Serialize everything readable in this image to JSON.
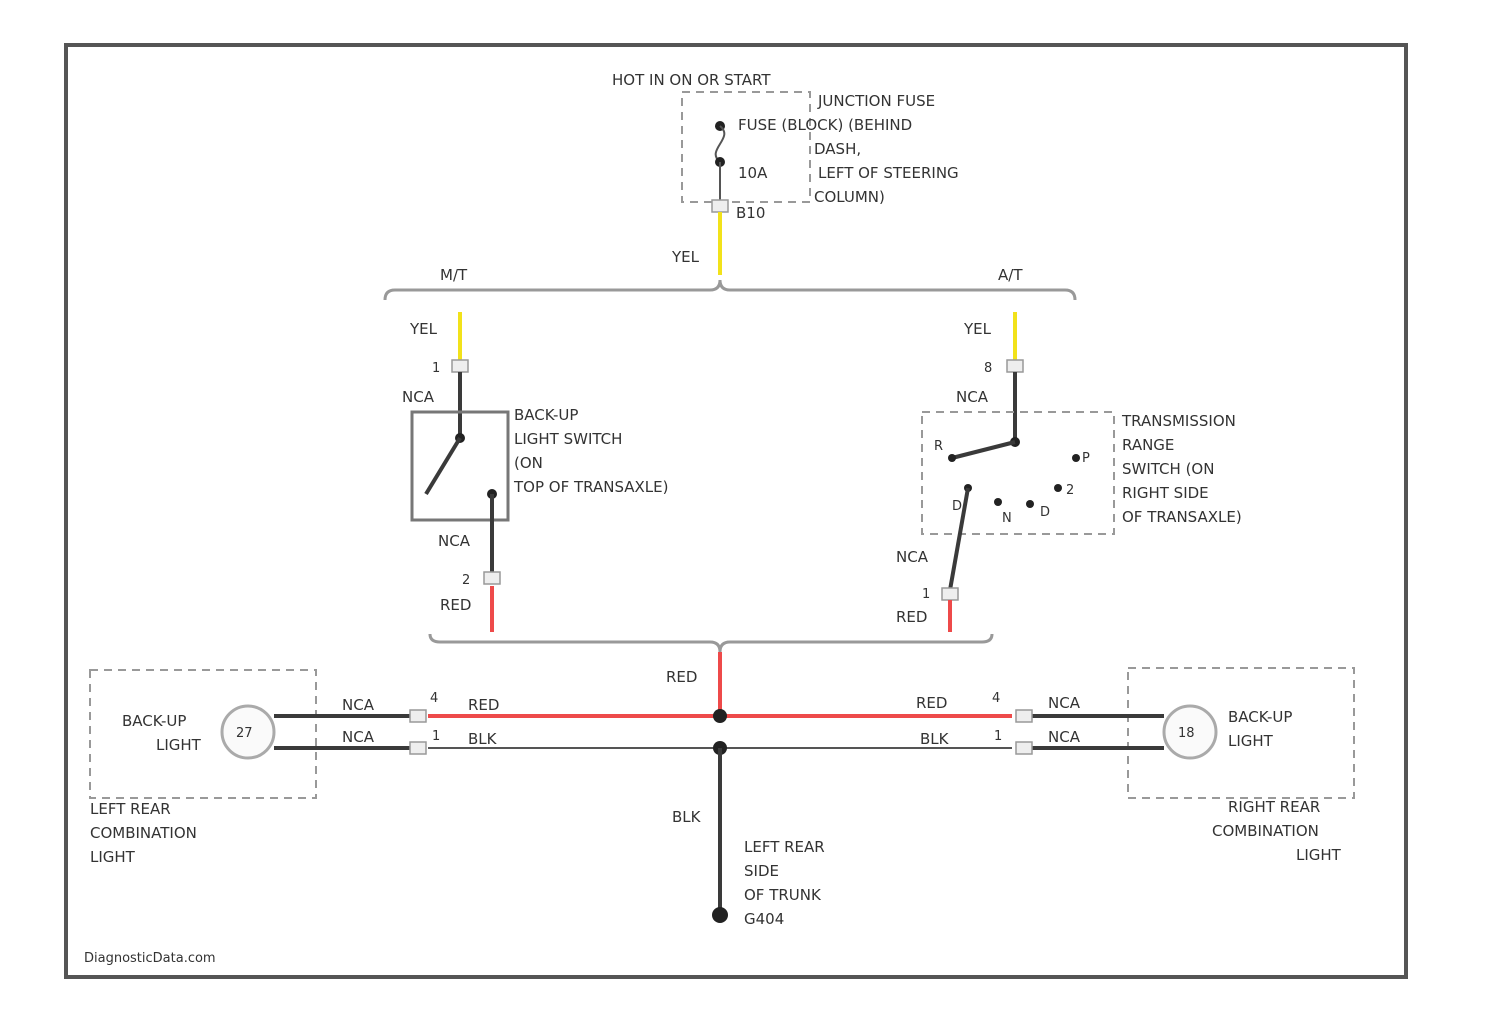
{
  "power": {
    "ignition": "HOT IN ON OR START",
    "fuse_block": [
      "JUNCTION FUSE",
      "FUSE (BLOCK) (BEHIND",
      "DASH,",
      "LEFT OF STEERING",
      "COLUMN)"
    ],
    "fuse_rating": "10A",
    "fuse_terminal": "B10",
    "wire_color": "YEL"
  },
  "branches": {
    "manual": "M/T",
    "auto": "A/T"
  },
  "manual_switch": {
    "wire_in": "YEL",
    "pin_in": "1",
    "nca_top": "NCA",
    "label": [
      "BACK-UP",
      "LIGHT SWITCH",
      "(ON",
      "TOP OF TRANSAXLE)"
    ],
    "nca_bottom": "NCA",
    "pin_out": "2",
    "wire_out": "RED"
  },
  "auto_switch": {
    "wire_in": "YEL",
    "pin_in": "8",
    "nca_top": "NCA",
    "label": [
      "TRANSMISSION",
      "RANGE",
      "SWITCH (ON",
      "RIGHT SIDE",
      "OF TRANSAXLE)"
    ],
    "positions": [
      "R",
      "P",
      "2",
      "D",
      "N",
      "D"
    ],
    "nca_bottom": "NCA",
    "pin_out": "1",
    "wire_out": "RED"
  },
  "splice": {
    "wire": "RED"
  },
  "left_light": {
    "label": [
      "BACK-UP",
      "LIGHT"
    ],
    "lamp": "27",
    "group": [
      "LEFT REAR",
      "COMBINATION",
      "LIGHT"
    ],
    "nca_top": "NCA",
    "nca_bottom": "NCA",
    "pin_top": "4",
    "pin_bottom": "1",
    "wire_top": "RED",
    "wire_bottom": "BLK"
  },
  "right_light": {
    "label": [
      "BACK-UP",
      "LIGHT"
    ],
    "lamp": "18",
    "group": [
      "RIGHT REAR",
      "COMBINATION",
      "LIGHT"
    ],
    "nca_top": "NCA",
    "nca_bottom": "NCA",
    "pin_top": "4",
    "pin_bottom": "1",
    "wire_top": "RED",
    "wire_bottom": "BLK"
  },
  "ground": {
    "wire": "BLK",
    "label": [
      "LEFT REAR",
      "SIDE",
      "OF TRUNK",
      "G404"
    ]
  },
  "watermark": "DiagnosticData.com",
  "colors": {
    "yellow_wire": "#f2e21a",
    "red_wire": "#ee4a4a",
    "black_wire": "#3a3a3a"
  }
}
